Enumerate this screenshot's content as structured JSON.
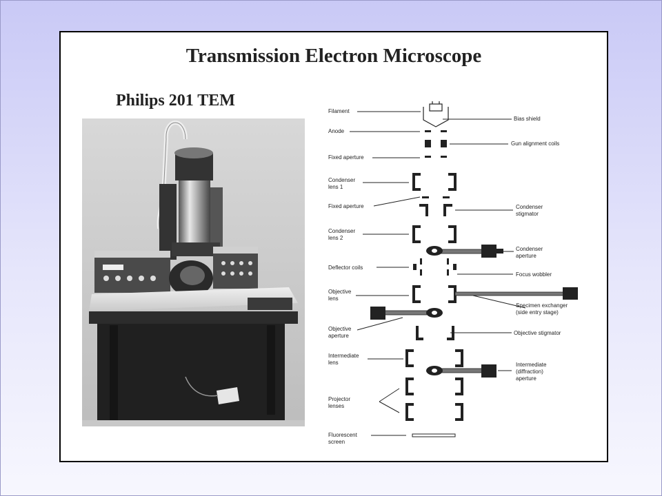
{
  "slide": {
    "title": "Transmission Electron Microscope",
    "subtitle": "Philips 201 TEM"
  },
  "diagram": {
    "left_labels": {
      "filament": "Filament",
      "anode": "Anode",
      "fixed_aperture_1": "Fixed aperture",
      "condenser_lens_1": [
        "Condenser",
        "lens 1"
      ],
      "fixed_aperture_2": "Fixed aperture",
      "condenser_lens_2": [
        "Condenser",
        "lens 2"
      ],
      "deflector_coils": "Deflector coils",
      "objective_lens": [
        "Objective",
        "lens"
      ],
      "objective_aperture": [
        "Objective",
        "aperture"
      ],
      "intermediate_lens": [
        "Intermediate",
        "lens"
      ],
      "projector_lenses": [
        "Projector",
        "lenses"
      ],
      "fluorescent_screen": [
        "Fluorescent",
        "screen"
      ]
    },
    "right_labels": {
      "bias_shield": "Bias shield",
      "gun_alignment_coils": "Gun alignment coils",
      "condenser_stigmator": [
        "Condenser",
        "stigmator"
      ],
      "condenser_aperture": [
        "Condenser",
        "aperture"
      ],
      "focus_wobbler": "Focus wobbler",
      "specimen_exchanger": [
        "Specimen exchanger",
        "(side entry stage)"
      ],
      "objective_stigmator": "Objective stigmator",
      "intermediate_aperture": [
        "Intermediate",
        "(diffraction)",
        "aperture"
      ]
    }
  }
}
